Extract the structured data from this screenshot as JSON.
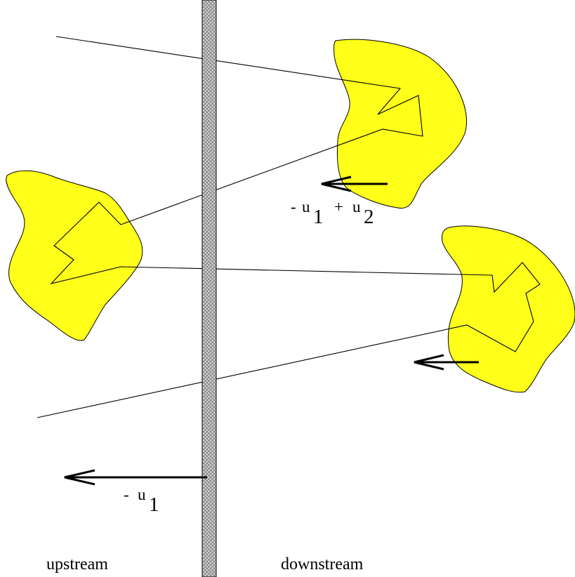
{
  "colors": {
    "blob_fill": "#ffff1a",
    "shock_fill": "#bfbfbf",
    "ink": "#000000",
    "background": "#ffffff"
  },
  "labels": {
    "upstream": "upstream",
    "downstream": "downstream",
    "velocity_shock": {
      "minus": "-",
      "u": "u",
      "sub": "1"
    },
    "velocity_cloud": {
      "minus": "-",
      "u1": "u",
      "sub1": "1",
      "plus": "+",
      "u2": "u",
      "sub2": "2"
    }
  }
}
